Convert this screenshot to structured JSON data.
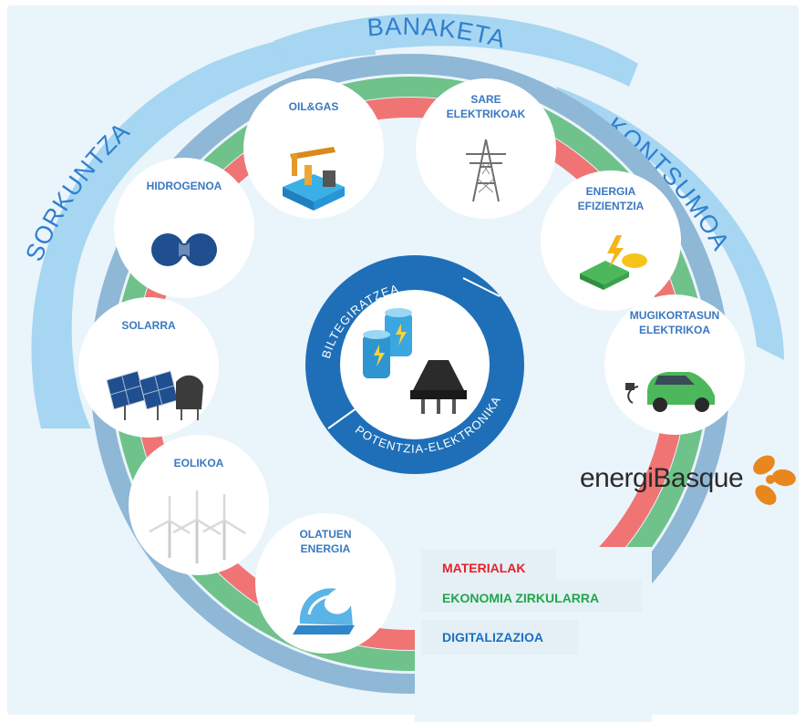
{
  "outer_arcs": {
    "left": "SORKUNTZA",
    "top": "BANAKETA",
    "right": "KONTSUMOA"
  },
  "core": {
    "top": "BILTEGIRATZEA",
    "right": "POTENTZIA-ELEKTRONIKA"
  },
  "nodes": [
    {
      "lines": [
        "OLATUEN",
        "ENERGIA"
      ],
      "icon": "wave-icon"
    },
    {
      "lines": [
        "EOLIKOA"
      ],
      "icon": "wind-turbine-icon"
    },
    {
      "lines": [
        "SOLARRA"
      ],
      "icon": "solar-panel-icon"
    },
    {
      "lines": [
        "HIDROGENOA"
      ],
      "icon": "hydrogen-molecule-icon"
    },
    {
      "lines": [
        "OIL&GAS"
      ],
      "icon": "oil-pump-icon"
    },
    {
      "lines": [
        "SARE",
        "ELEKTRIKOAK"
      ],
      "icon": "power-pylon-icon"
    },
    {
      "lines": [
        "ENERGIA",
        "EFIZIENTZIA"
      ],
      "icon": "efficiency-icon"
    },
    {
      "lines": [
        "MUGIKORTASUN",
        "ELEKTRIKOA"
      ],
      "icon": "electric-car-icon"
    }
  ],
  "legend": [
    {
      "label": "MATERIALAK",
      "color": "#e8202a"
    },
    {
      "label": "EKONOMIA ZIRKULARRA",
      "color": "#22a54b"
    },
    {
      "label": "DIGITALIZAZIOA",
      "color": "#1e6fc0"
    }
  ],
  "brand": {
    "text": "energiBasque",
    "color": "#e8871e"
  },
  "colors": {
    "background": "#eaf4fb",
    "outer_arc": "#9fd2ef",
    "ring_red": "#f07474",
    "ring_green": "#6fc28a",
    "ring_blue": "#8fb7d6",
    "core_blue": "#1e6fb8"
  }
}
